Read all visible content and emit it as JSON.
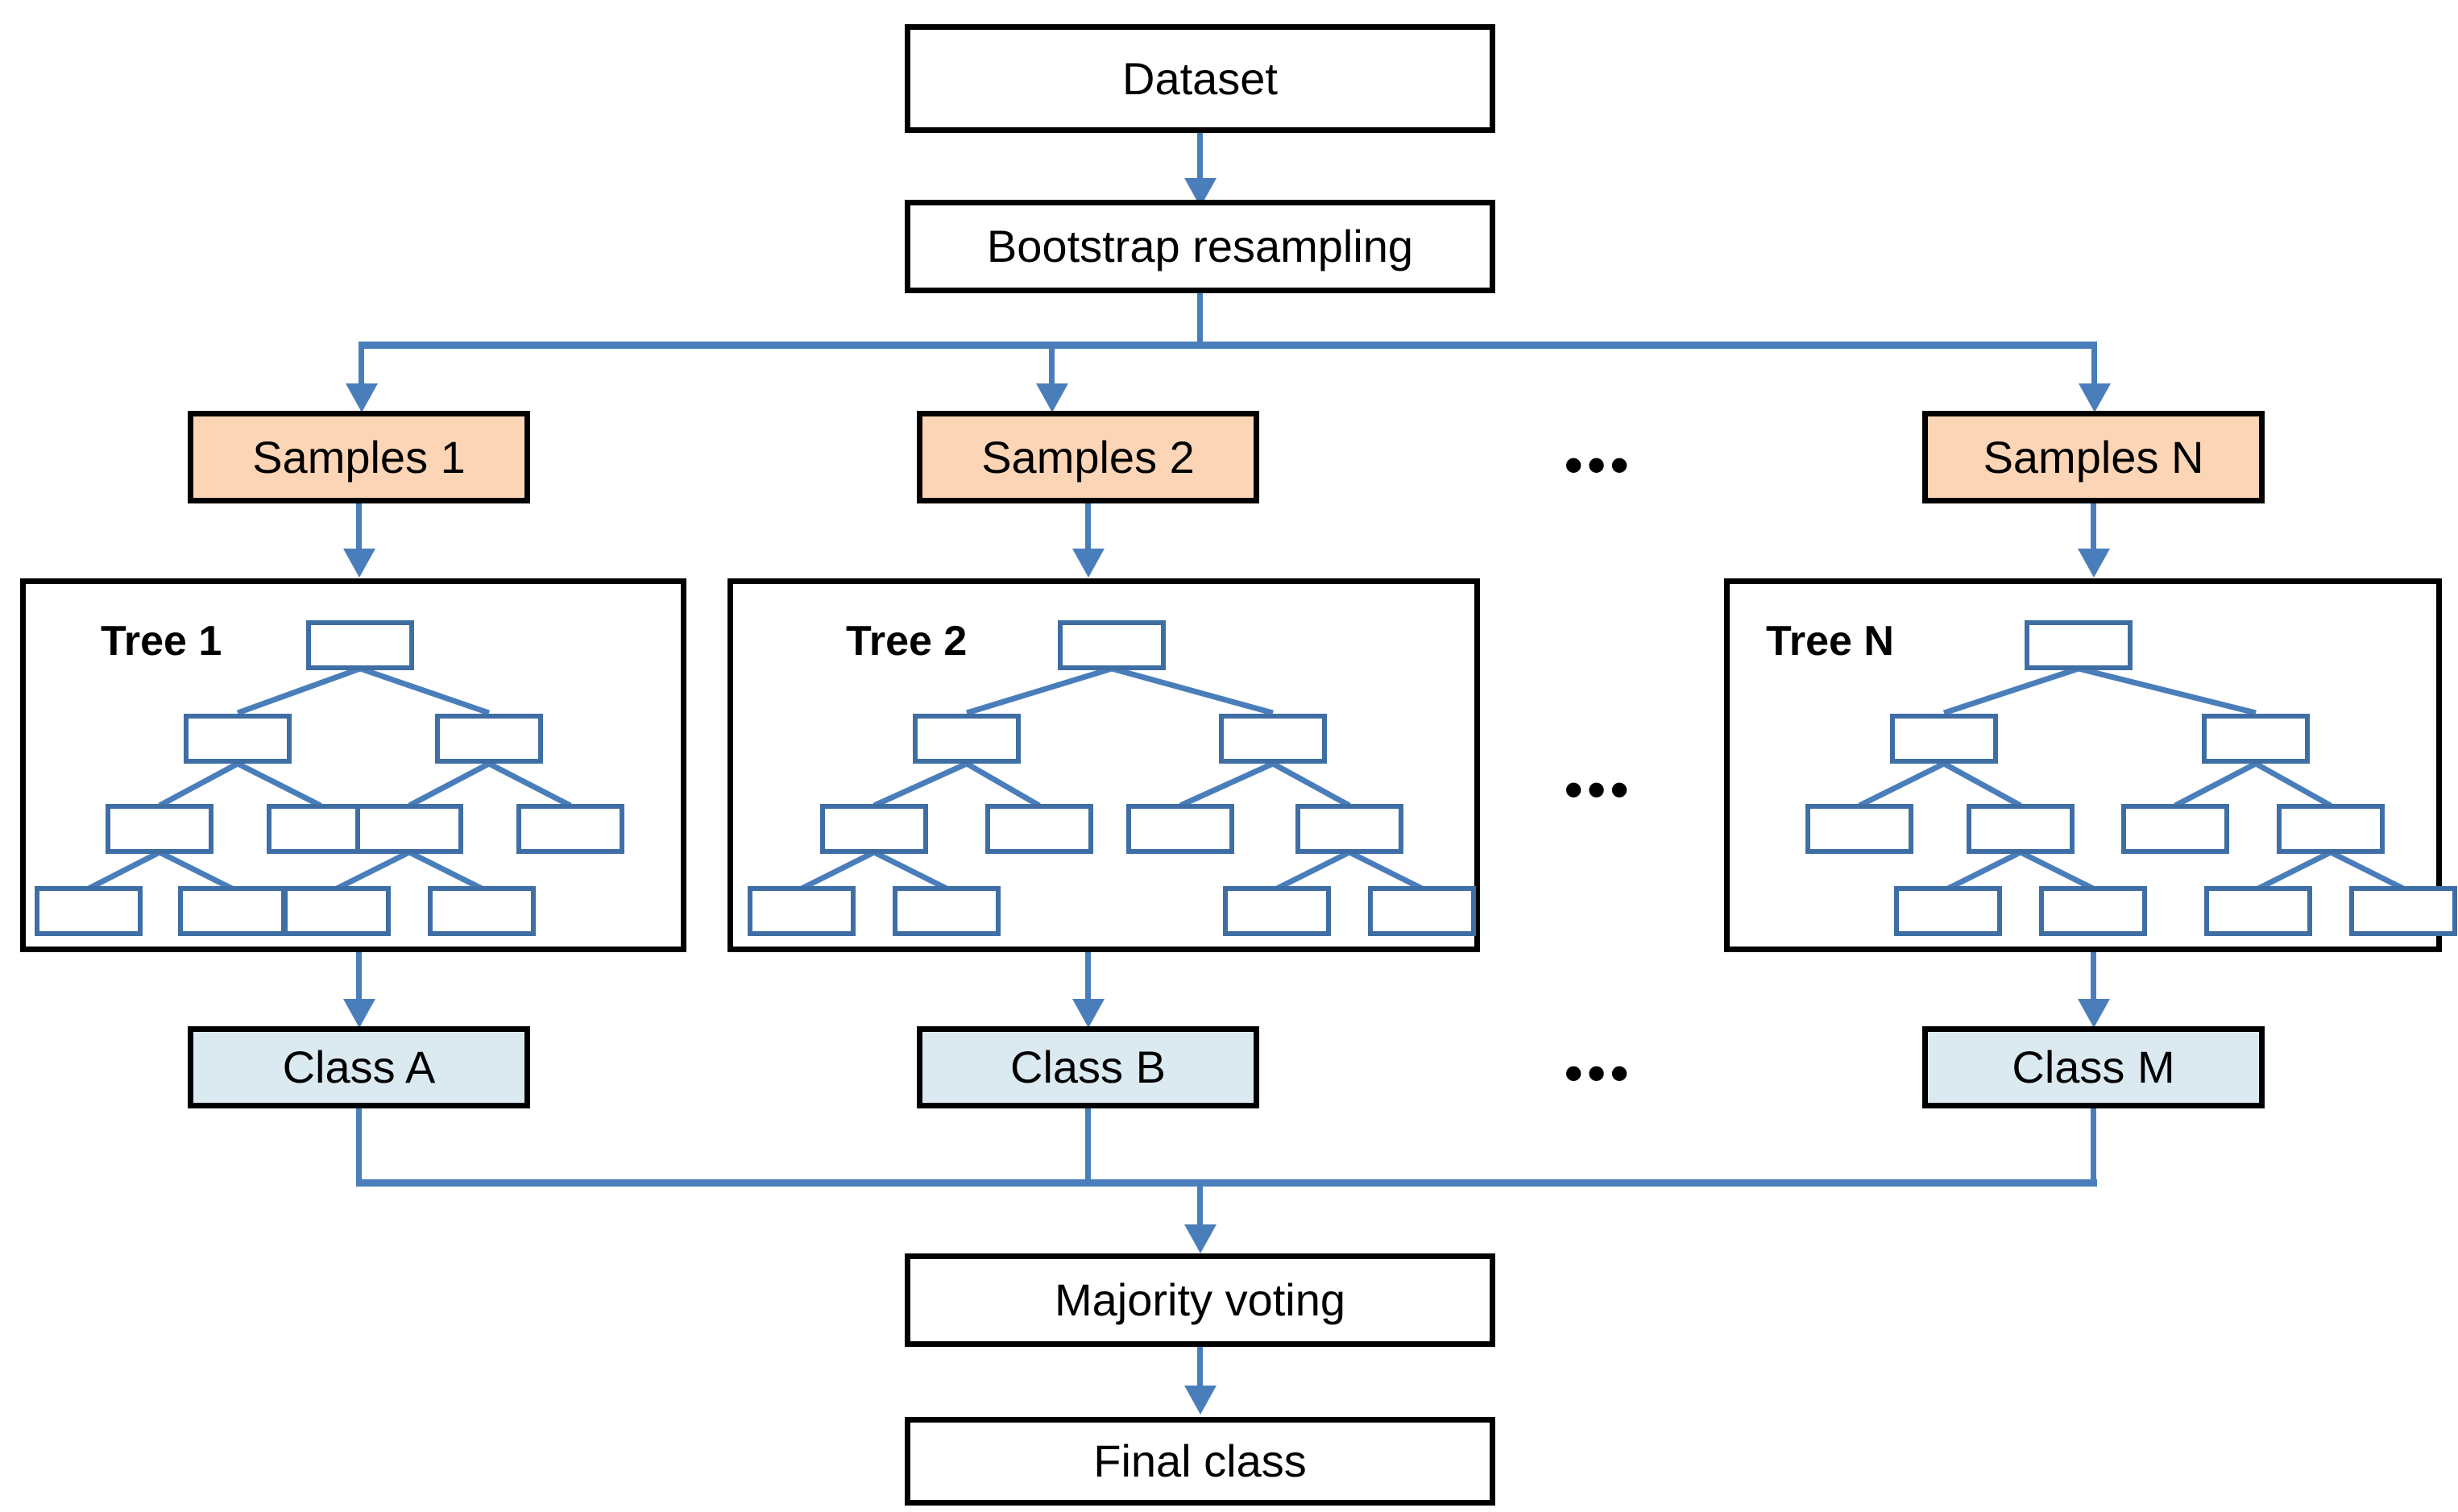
{
  "diagram": {
    "title": "Random Forest classification flowchart",
    "colors": {
      "sample_fill": "#fbd5b5",
      "class_fill": "#dbeaf1",
      "box_border": "#000000",
      "connector": "#4a7ebb",
      "tree_node_border": "#3f6ea5",
      "background": "#ffffff"
    },
    "nodes": {
      "dataset": "Dataset",
      "bootstrap": "Bootstrap resampling",
      "majority_voting": "Majority voting",
      "final_class": "Final class"
    },
    "samples": [
      {
        "label": "Samples 1"
      },
      {
        "label": "Samples 2"
      },
      {
        "label": "Samples N"
      }
    ],
    "trees": [
      {
        "label": "Tree 1"
      },
      {
        "label": "Tree 2"
      },
      {
        "label": "Tree N"
      }
    ],
    "classes": [
      {
        "label": "Class A"
      },
      {
        "label": "Class B"
      },
      {
        "label": "Class M"
      }
    ],
    "ellipses": {
      "samples_row": "•••",
      "trees_row": "•••",
      "classes_row": "•••"
    }
  }
}
